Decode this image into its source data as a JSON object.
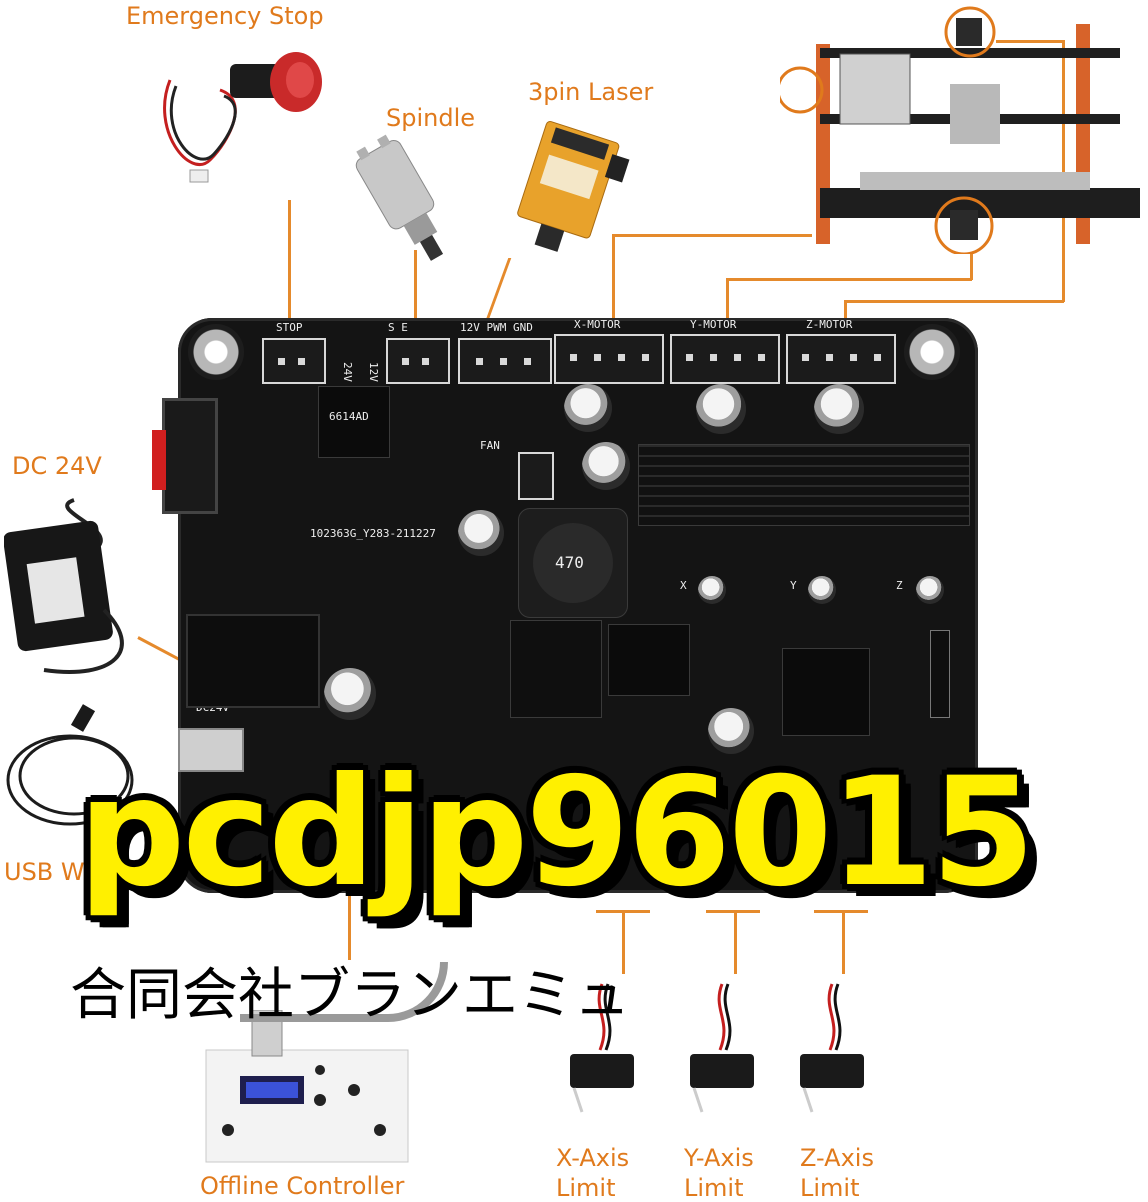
{
  "labels": {
    "emergency_stop": "Emergency Stop",
    "spindle": "Spindle",
    "laser": "3pin Laser",
    "dc_24v": "DC 24V",
    "usb_wire": "USB Wire",
    "offline_controller": "Offline Controller",
    "x_axis_limit_1": "X-Axis",
    "x_axis_limit_2": "Limit",
    "y_axis_limit_1": "Y-Axis",
    "y_axis_limit_2": "Limit",
    "z_axis_limit_1": "Z-Axis",
    "z_axis_limit_2": "Limit"
  },
  "board": {
    "silk_stop": "STOP",
    "silk_spindle": "S     E",
    "silk_laser": "12V PWM GND",
    "silk_x_motor": "X-MOTOR",
    "silk_y_motor": "Y-MOTOR",
    "silk_z_motor": "Z-MOTOR",
    "silk_fan": "FAN",
    "silk_board_id": "102363G_Y283-211227",
    "silk_dc24v": "DC24V",
    "silk_x": "X",
    "silk_y": "Y",
    "silk_z": "Z",
    "inductor_label": "470",
    "regulator_text": "6614AD",
    "voltage_24": "24V",
    "voltage_12": "12V"
  },
  "overlay": {
    "watermark": "pcdjp96015",
    "company": "合同会社ブランエミュ"
  },
  "colors": {
    "accent": "#e07a1c",
    "wire": "#e58a2c",
    "watermark_fill": "#fff000",
    "watermark_outline": "#000000",
    "board": "#141414"
  }
}
